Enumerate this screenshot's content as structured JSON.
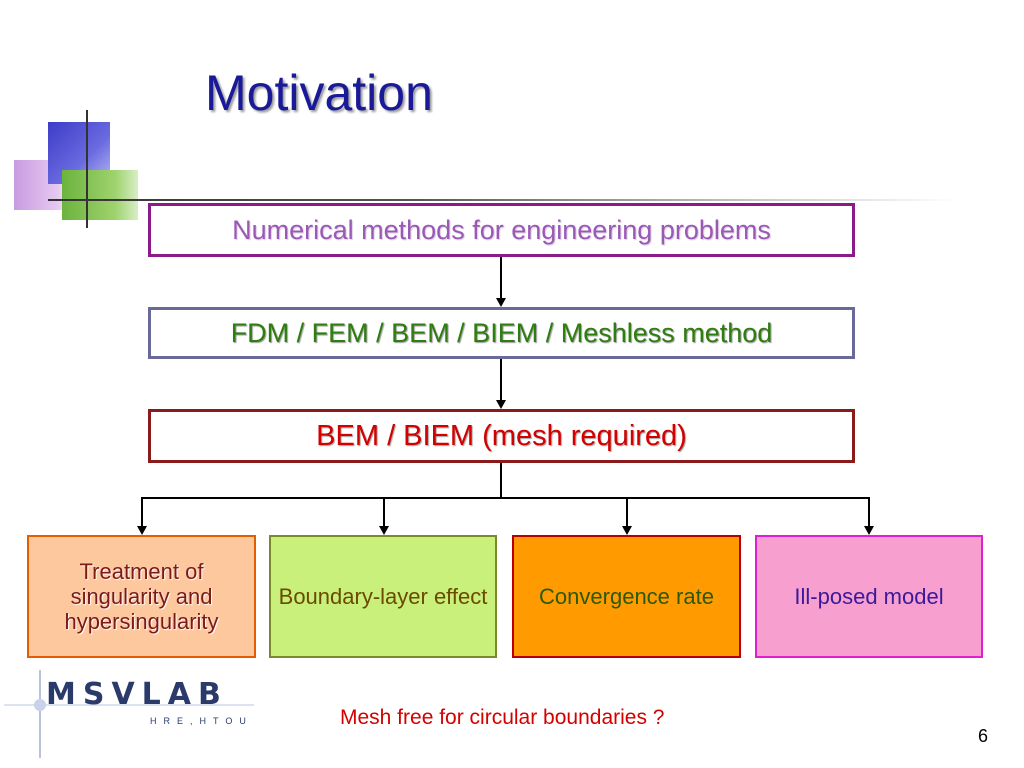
{
  "slide": {
    "title": "Motivation",
    "page_number": "6"
  },
  "flow": {
    "level1": "Numerical methods for engineering problems",
    "level2": "FDM / FEM / BEM / BIEM / Meshless method",
    "level3": "BEM / BIEM  (mesh required)",
    "issues": [
      "Treatment of singularity and hypersingularity",
      "Boundary-layer effect",
      "Convergence rate",
      "Ill-posed model"
    ]
  },
  "footer": {
    "note": "Mesh free for circular boundaries ?",
    "logo_text": "MSVLAB",
    "logo_sub": "HRE,HTOU"
  },
  "colors": {
    "title": "#1a1a99",
    "level1_text": "#9b59b6",
    "level2_text": "#2e7d0f",
    "level3_text": "#d40000",
    "note": "#d40000"
  }
}
